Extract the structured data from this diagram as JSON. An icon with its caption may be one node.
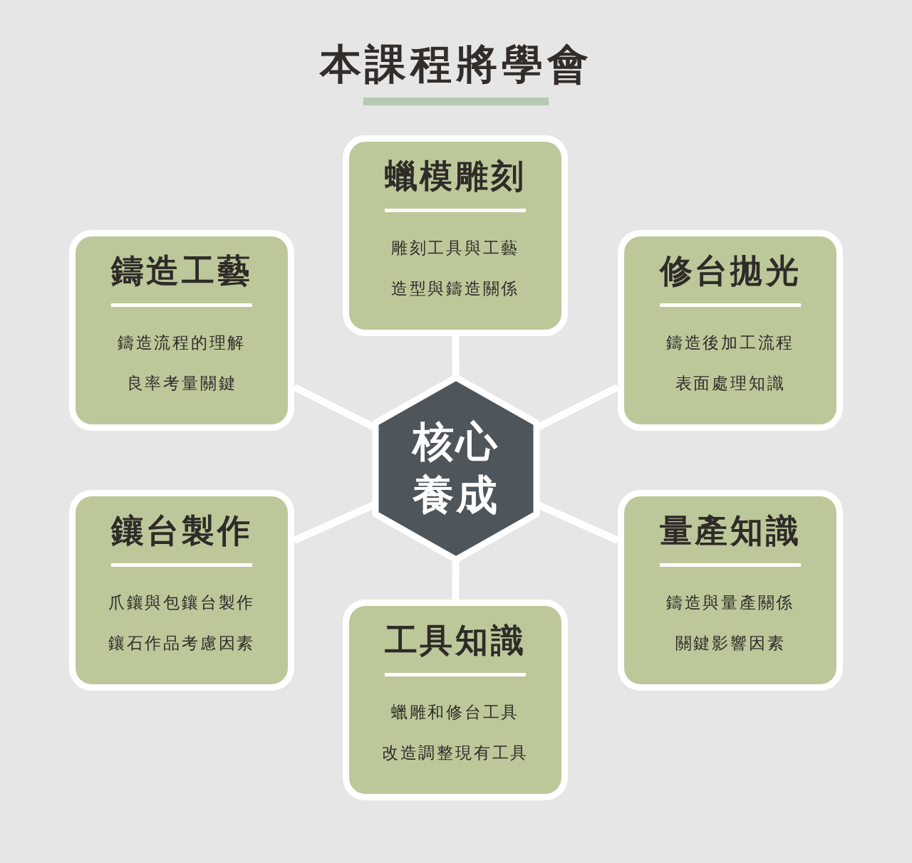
{
  "diagram": {
    "title": "本課程將學會",
    "nodes": [
      {
        "text": [
          "核心養成"
        ]
      },
      {
        "text": [
          "蠟模雕刻",
          "雕刻工具與工藝",
          "造型與鑄造關係"
        ]
      },
      {
        "text": [
          "鑄造工藝",
          "鑄造流程的理解",
          "良率考量關鍵"
        ]
      },
      {
        "text": [
          "修台拋光",
          "鑄造後加工流程",
          "表面處理知識"
        ]
      },
      {
        "text": [
          "鑲台製作",
          "爪鑲與包鑲台製作",
          "鑲石作品考慮因素"
        ]
      },
      {
        "text": [
          "量產知識",
          "鑄造與量產關係",
          "關鍵影響因素"
        ]
      },
      {
        "text": [
          "工具知識",
          "蠟雕和修台工具",
          "改造調整現有工具"
        ]
      }
    ],
    "edges": [
      {
        "from": 0,
        "to": 1,
        "arrow": "none"
      },
      {
        "from": 0,
        "to": 2,
        "arrow": "none"
      },
      {
        "from": 0,
        "to": 3,
        "arrow": "none"
      },
      {
        "from": 0,
        "to": 4,
        "arrow": "none"
      },
      {
        "from": 0,
        "to": 5,
        "arrow": "none"
      },
      {
        "from": 0,
        "to": 6,
        "arrow": "none"
      }
    ]
  }
}
